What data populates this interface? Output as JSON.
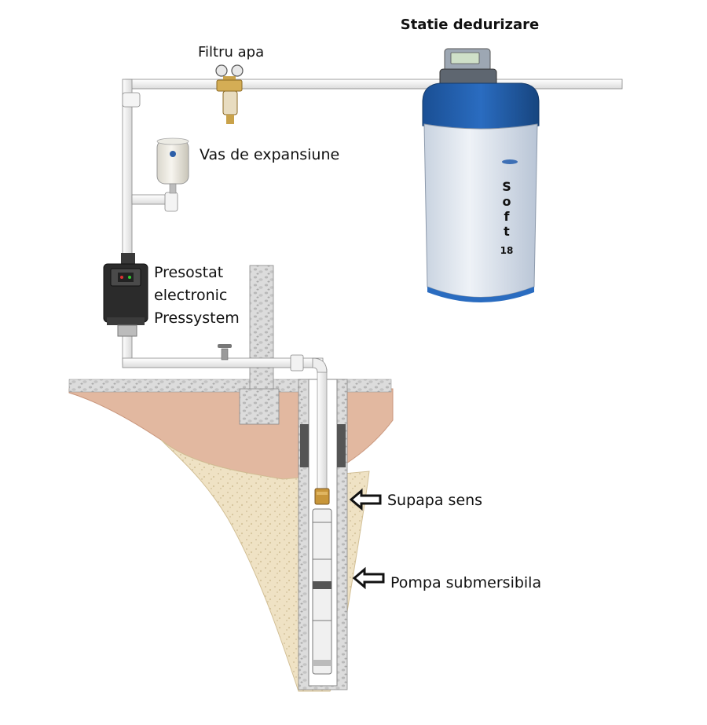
{
  "labels": {
    "softener_title": "Statie dedurizare",
    "water_filter": "Filtru apa",
    "expansion_vessel": "Vas de expansiune",
    "pressure_switch_line1": "Presostat",
    "pressure_switch_line2": "electronic",
    "pressure_switch_line3": "Pressystem",
    "check_valve": "Supapa sens",
    "submersible_pump": "Pompa submersibila"
  },
  "softener_brand": {
    "letters": [
      "S",
      "o",
      "f",
      "t"
    ],
    "model": "18"
  },
  "colors": {
    "softener_body": "#dfe6ef",
    "softener_cap": "#1f5aa6",
    "soil_clay": "#e2b8a0",
    "soil_sand": "#efe2c4",
    "gravel": "#d6d6d6",
    "pressure_switch": "#2b2b2b"
  }
}
